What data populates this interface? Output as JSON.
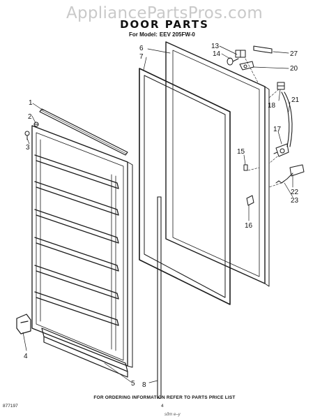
{
  "watermark": "AppliancePartsPros.com",
  "header": {
    "title": "DOOR PARTS",
    "model_label": "For Model:",
    "model_number": "EEV 205FW-0"
  },
  "callouts": {
    "c1": "1",
    "c2": "2",
    "c3": "3",
    "c4": "4",
    "c5": "5",
    "c6": "6",
    "c7": "7",
    "c8": "8",
    "c13": "13",
    "c14": "14",
    "c15": "15",
    "c16": "16",
    "c17": "17",
    "c18": "18",
    "c20": "20",
    "c21": "21",
    "c22": "22",
    "c23": "23",
    "c27": "27"
  },
  "footer": {
    "note": "FOR ORDERING INFORMATION REFER TO PARTS PRICE LIST",
    "code": "877197",
    "page": "4",
    "mark": "ѕдт е–у"
  }
}
